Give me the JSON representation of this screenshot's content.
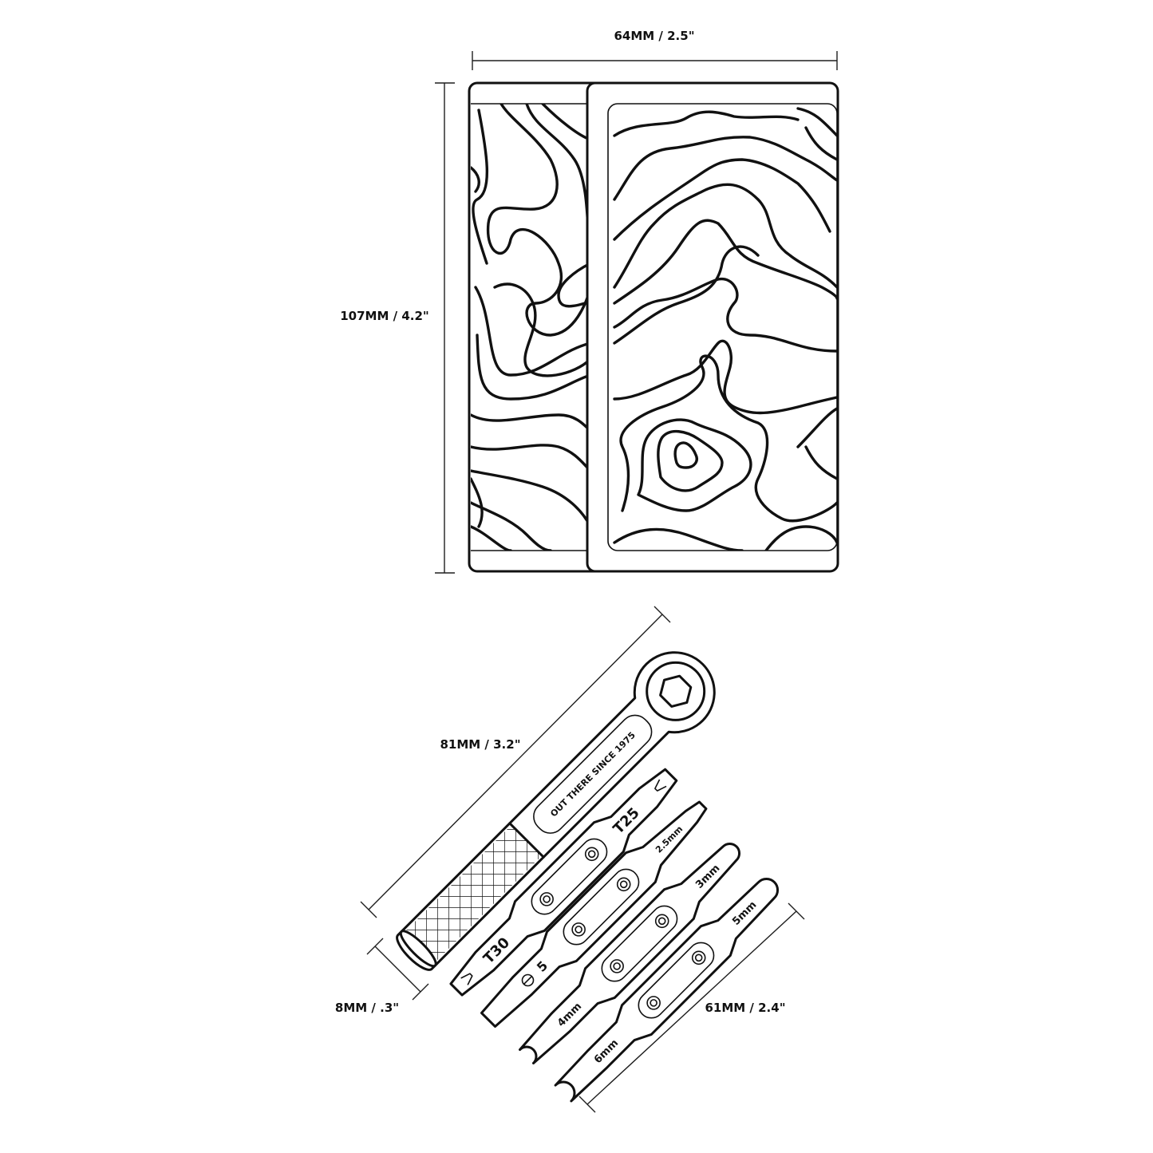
{
  "dimensions": {
    "width": "64MM / 2.5\"",
    "height": "107MM / 4.2\"",
    "wrench_length": "81MM / 3.2\"",
    "thickness": "8MM / .3\"",
    "bit_length": "61MM / 2.4\""
  },
  "tool_labels": {
    "engraving": "OUT THERE SINCE 1975",
    "t25": "T25",
    "t30": "T30",
    "flat": "5",
    "hex_2_5": "2.5mm",
    "hex_3": "3mm",
    "hex_4": "4mm",
    "hex_5": "5mm",
    "hex_6": "6mm"
  },
  "colors": {
    "ink": "#111111",
    "background": "#ffffff"
  }
}
